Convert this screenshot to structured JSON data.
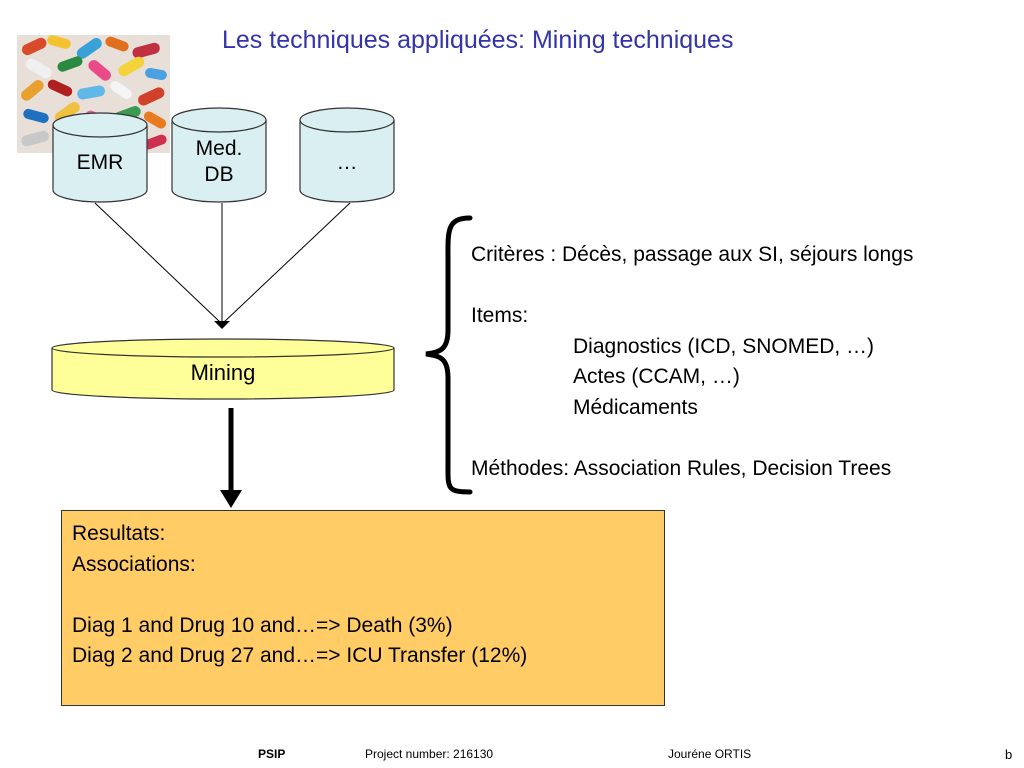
{
  "title": "Les techniques appliquées: Mining techniques",
  "databases": [
    {
      "label": "EMR"
    },
    {
      "label": "Med.\nDB"
    },
    {
      "label": "…"
    }
  ],
  "mining": {
    "label": "Mining"
  },
  "criteria": {
    "line1": "Critères :  Décès, passage aux SI, séjours longs",
    "items_label": "Items:",
    "items": [
      "Diagnostics (ICD, SNOMED, …)",
      "Actes (CCAM, …)",
      "Médicaments"
    ],
    "methods": "Méthodes: Association Rules, Decision Trees"
  },
  "results": {
    "line1": "Resultats:",
    "line2": "Associations:",
    "rule1": "Diag 1 and Drug 10 and…=> Death (3%)",
    "rule2": "Diag 2 and Drug 27 and…=> ICU Transfer (12%)"
  },
  "footer": {
    "project": "PSIP",
    "number": "Project number: 216130",
    "author": "Jouréne ORTIS",
    "page": "b"
  },
  "colors": {
    "title": "#3333aa",
    "database_fill": "#d9eff2",
    "mining_fill": "#ffff99",
    "result_fill": "#ffcc66"
  }
}
